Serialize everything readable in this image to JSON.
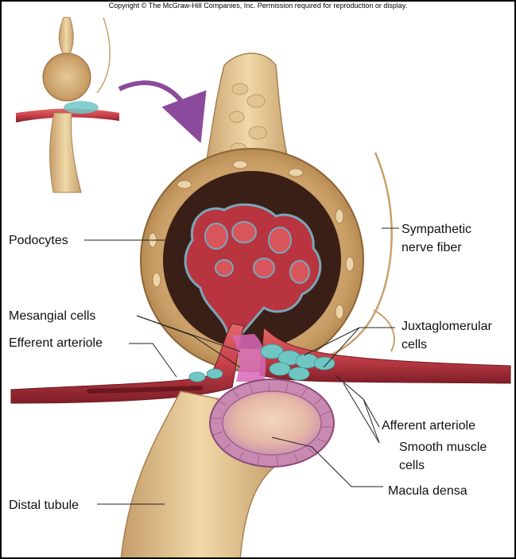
{
  "copyright": "Copyright © The McGraw-Hill Companies, Inc. Permission required for reproduction or display.",
  "labels": {
    "podocytes": "Podocytes",
    "mesangial_cells": "Mesangial cells",
    "efferent_arteriole": "Efferent arteriole",
    "distal_tubule": "Distal tubule",
    "sympathetic_line1": "Sympathetic",
    "sympathetic_line2": "nerve fiber",
    "juxtaglomerular_line1": "Juxtaglomerular",
    "juxtaglomerular_line2": "cells",
    "afferent_arteriole": "Afferent arteriole",
    "smooth_muscle_line1": "Smooth muscle",
    "smooth_muscle_line2": "cells",
    "macula_densa": "Macula densa"
  },
  "colors": {
    "tubule_tan": "#d9b98a",
    "capsule_tan": "#c99e66",
    "vessel_red": "#c8404a",
    "vessel_dark": "#8e2430",
    "jg_teal": "#6fc7c4",
    "macula_pink": "#c88ab0",
    "arrow_purple": "#8b4a9c",
    "leader_line": "#222222"
  }
}
